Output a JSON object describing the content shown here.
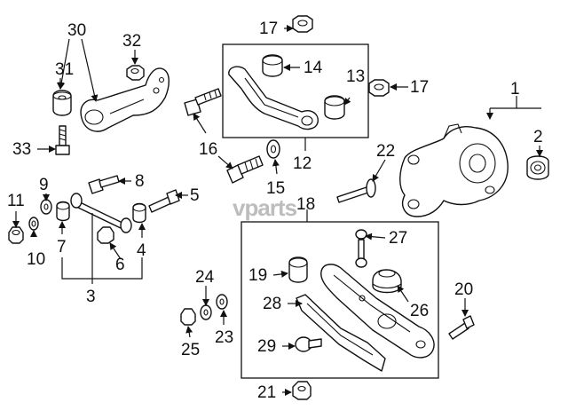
{
  "watermark": "vparts",
  "callouts": {
    "c1": "1",
    "c2": "2",
    "c3": "3",
    "c4": "4",
    "c5": "5",
    "c6": "6",
    "c7": "7",
    "c8": "8",
    "c9": "9",
    "c10": "10",
    "c11": "11",
    "c12": "12",
    "c13": "13",
    "c14": "14",
    "c15": "15",
    "c16": "16",
    "c17a": "17",
    "c17b": "17",
    "c18": "18",
    "c19": "19",
    "c20": "20",
    "c21": "21",
    "c22": "22",
    "c23": "23",
    "c24": "24",
    "c25": "25",
    "c26": "26",
    "c27": "27",
    "c28": "28",
    "c29": "29",
    "c30": "30",
    "c31": "31",
    "c32": "32",
    "c33": "33"
  }
}
